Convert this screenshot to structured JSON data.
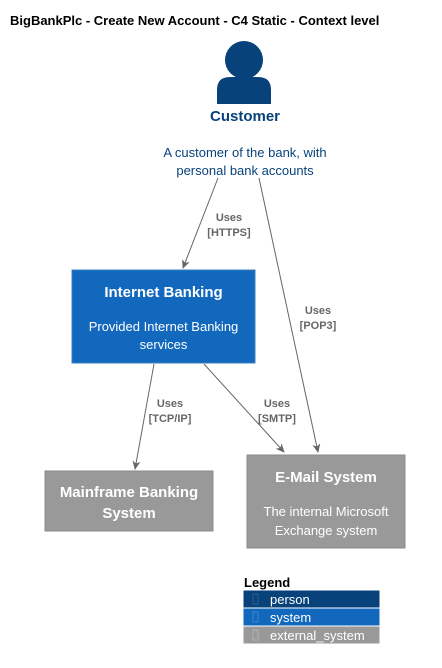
{
  "title": "BigBankPlc - Create New Account - C4 Static - Context level",
  "colors": {
    "person": "#08427b",
    "system": "#1168bd",
    "external_system": "#999999",
    "relationship": "#666666",
    "legend_border": "#ffffff"
  },
  "person": {
    "name": "Customer",
    "description_lines": [
      "A customer of the bank, with",
      "personal bank accounts"
    ],
    "icon": "person-icon"
  },
  "systems": {
    "internet_banking": {
      "name": "Internet Banking",
      "description_lines": [
        "Provided Internet Banking",
        "services"
      ]
    },
    "mainframe": {
      "name_lines": [
        "Mainframe Banking",
        "System"
      ]
    },
    "email": {
      "name": "E-Mail System",
      "description_lines": [
        "The internal Microsoft",
        "Exchange system"
      ]
    }
  },
  "relationships": {
    "customer_to_banking": {
      "label": "Uses",
      "technology": "[HTTPS]"
    },
    "customer_to_email": {
      "label": "Uses",
      "technology": "[POP3]"
    },
    "banking_to_mainframe": {
      "label": "Uses",
      "technology": "[TCP/IP]"
    },
    "banking_to_email": {
      "label": "Uses",
      "technology": "[SMTP]"
    }
  },
  "legend": {
    "title": "Legend",
    "items": [
      {
        "label": "person",
        "color": "#08427b"
      },
      {
        "label": "system",
        "color": "#1168bd"
      },
      {
        "label": "external_system",
        "color": "#999999"
      }
    ]
  }
}
